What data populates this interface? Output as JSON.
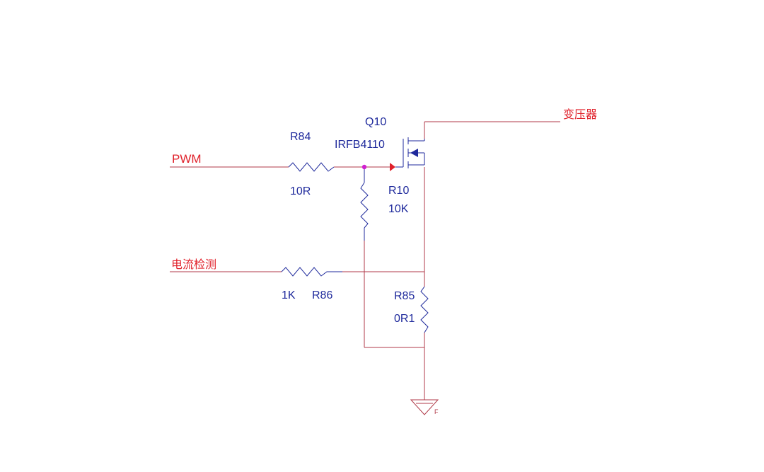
{
  "nets": {
    "pwm": "PWM",
    "current_sense": "电流检测",
    "transformer": "变压器"
  },
  "components": {
    "q10": {
      "ref": "Q10",
      "value": "IRFB4110"
    },
    "r84": {
      "ref": "R84",
      "value": "10R"
    },
    "r10": {
      "ref": "R10",
      "value": "10K"
    },
    "r86": {
      "ref": "R86",
      "value": "1K"
    },
    "r85": {
      "ref": "R85",
      "value": "0R1"
    }
  },
  "ground": {
    "label": "F"
  },
  "colors": {
    "wire": "#b03a48",
    "component": "#1f2a9c",
    "net_label": "#e0202a",
    "junction": "#d020d0",
    "arrow": "#e0202a"
  }
}
